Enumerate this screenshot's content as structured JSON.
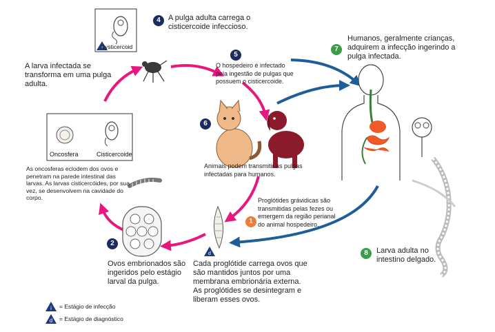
{
  "steps": {
    "s1": {
      "num": "1",
      "text": "Proglótides grávidicas são transmitidas pelas fezes ou emergem da região perianal do animal hospedeiro."
    },
    "s2": {
      "num": "2",
      "text": "Ovos embrionados são ingeridos pelo estágio larval da pulga."
    },
    "s3": {
      "text": "As oncosferas eclodem dos ovos e penetram na parede intestinal das larvas. As larvas cisticercóides, por sua vez, se desenvolvem na cavidade do corpo."
    },
    "s4": {
      "num": "4",
      "text": "A pulga adulta carrega o cisticercoide infeccioso."
    },
    "s5": {
      "num": "5",
      "text": "O hospedeiro é infectado pela ingestão de pulgas que possuem o cisticercoide."
    },
    "s6": {
      "num": "6",
      "text": "Animais podem transmitir as pulgas infectadas para humanos."
    },
    "s7": {
      "num": "7",
      "text": "Humanos, geralmente crianças, adquirem a infecção ingerindo a pulga infectada."
    },
    "s8": {
      "num": "8",
      "text": "Larva adulta no intestino delgado."
    },
    "larva": {
      "text": "A larva infectada se transforma em uma pulga adulta."
    },
    "proglottid": {
      "text": "Cada proglótide carrega ovos que são mantidos juntos por uma membrana embrionária externa. As proglótides se desintegram e liberam esses ovos."
    }
  },
  "labels": {
    "cysticercoid_top": "Cysticercoid",
    "oncosfera": "Oncosfera",
    "cisticercoide": "Cisticercoide"
  },
  "legend": {
    "infection_letter": "i",
    "infection": "= Estágio de infecção",
    "diagnostic_letter": "d",
    "diagnostic": "= Estágio de diagnóstico"
  },
  "colors": {
    "pink": "#e8177f",
    "blue": "#1f5d9a",
    "navy": "#1c2b5e",
    "green": "#3c9c4a",
    "orange": "#f07a3a",
    "gut": "#3a7d3a",
    "organs": "#f05a28"
  }
}
